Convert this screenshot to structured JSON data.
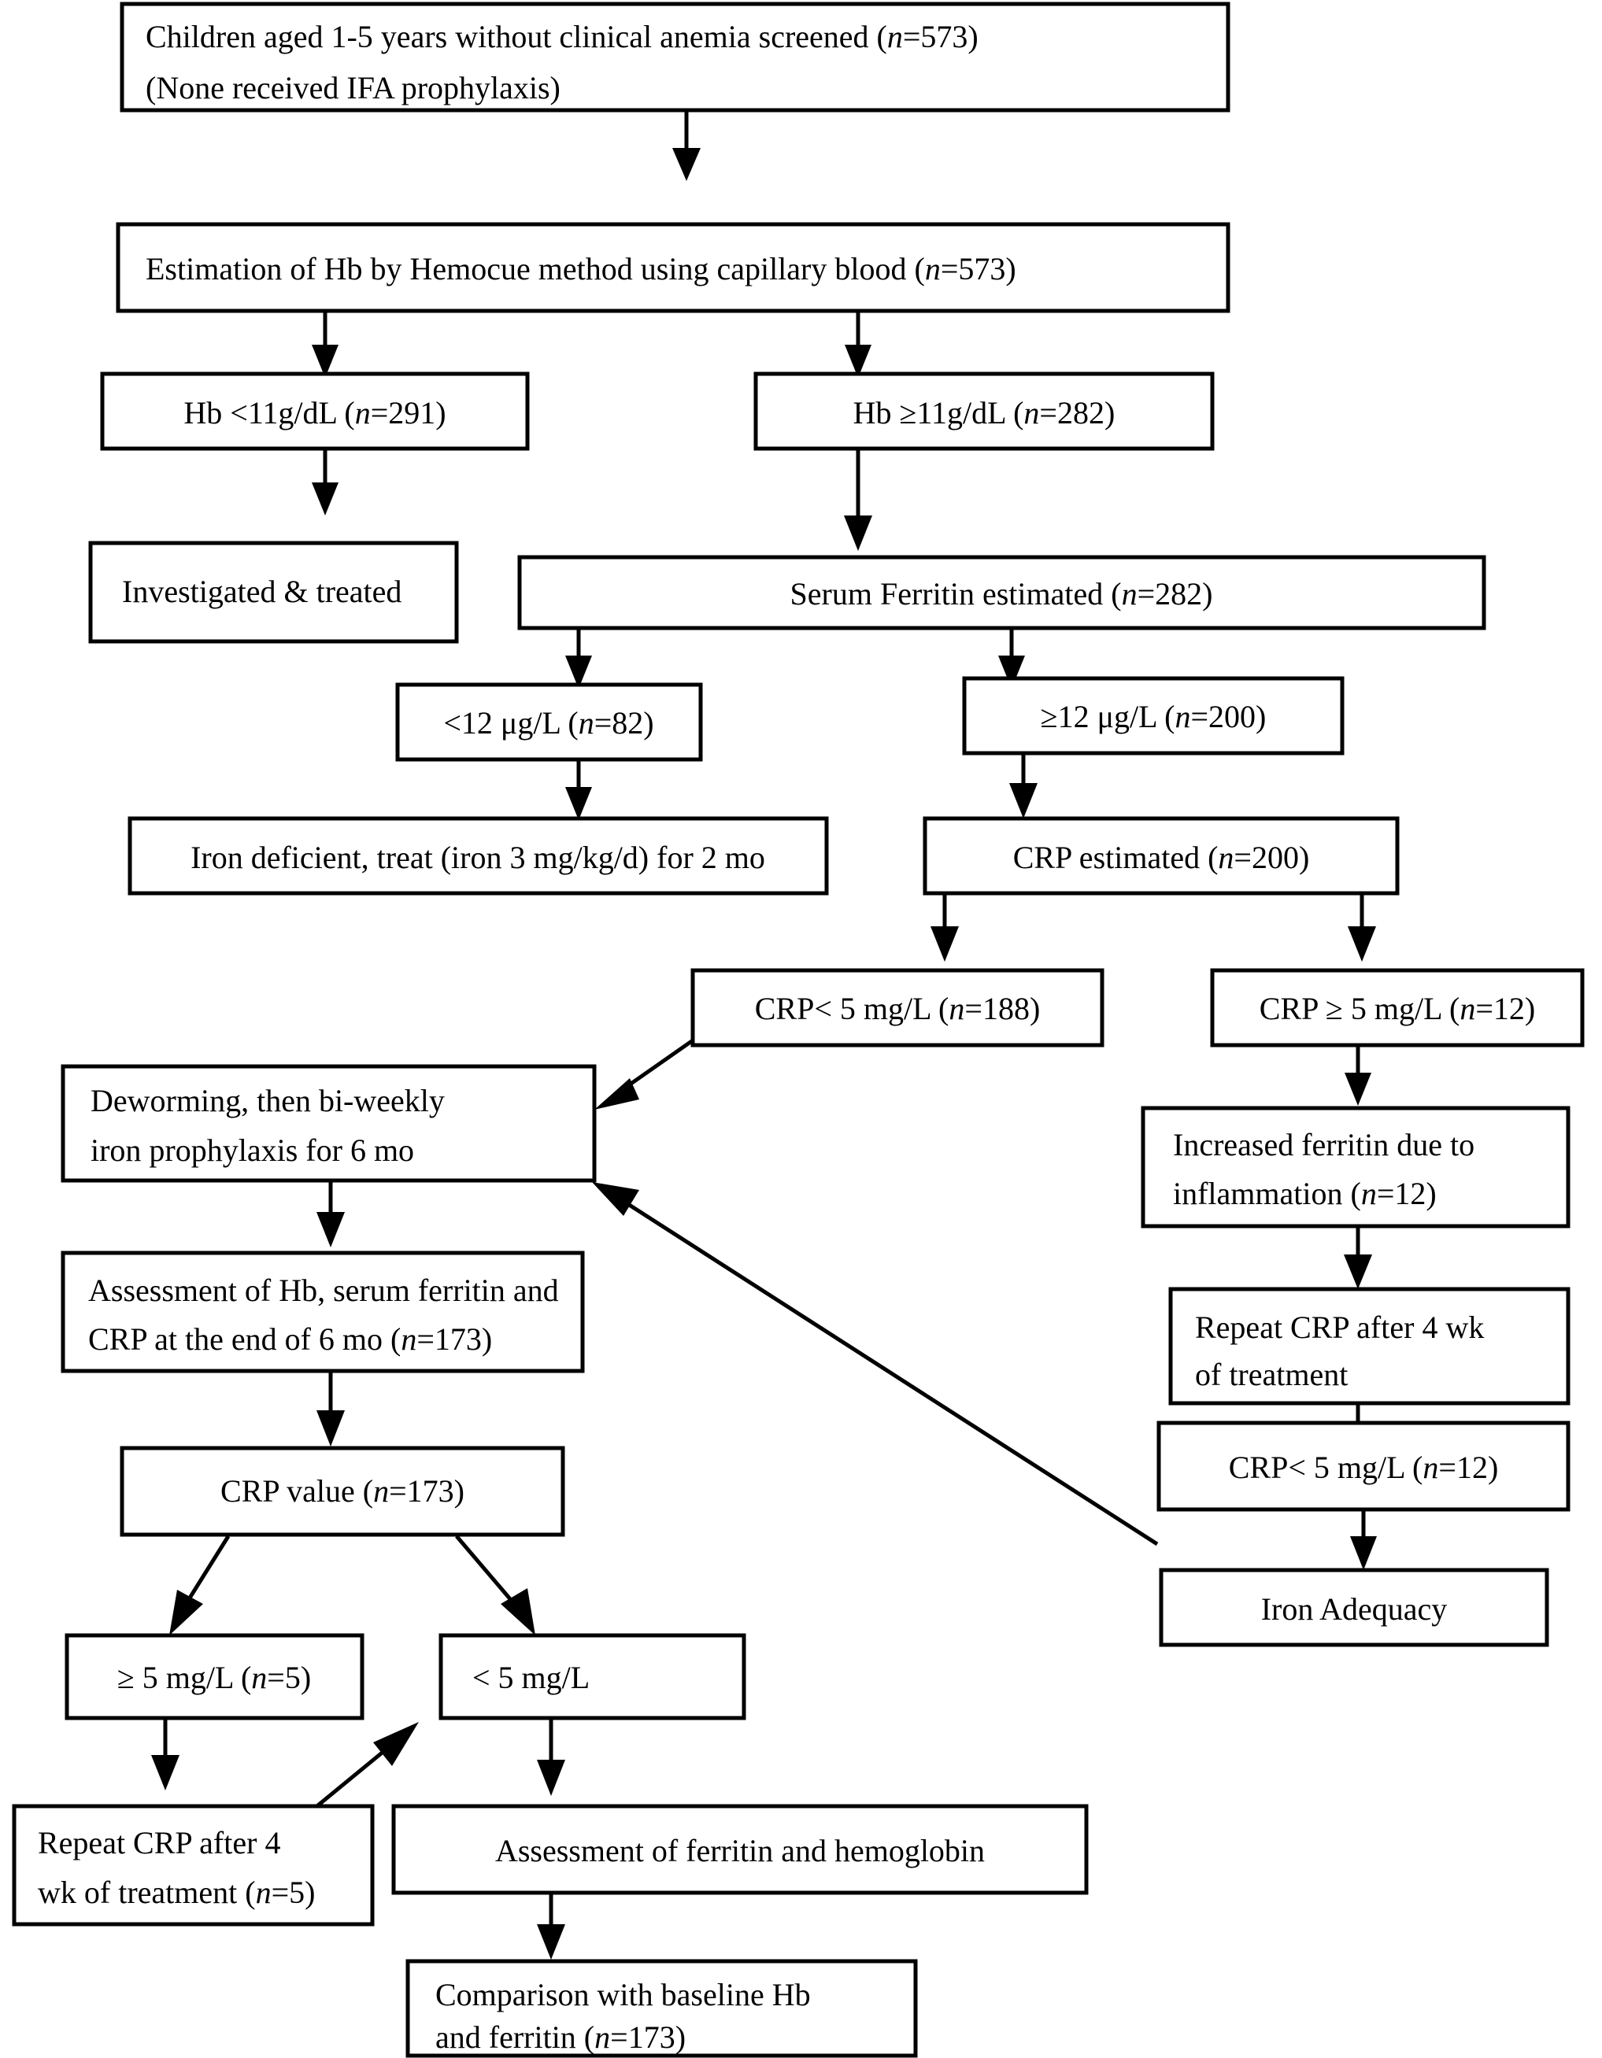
{
  "figure": {
    "type": "flowchart",
    "title": "Study flow of children screened for anemia and iron status",
    "background_color": "#ffffff",
    "line_color": "#000000",
    "box_fill": "#ffffff"
  },
  "nodes": {
    "screened": {
      "id": "screened",
      "lines": [
        "Children aged 1-5 years without clinical anemia screened (n=573)",
        "(None received IFA prophylaxis)"
      ],
      "line1_text": "Children aged 1-5 years without clinical anemia screened (",
      "line1_italic": "n",
      "line1_tail": "=573)",
      "line2_text": "(None received IFA prophylaxis)",
      "n": 573
    },
    "hb_estimation": {
      "id": "hb-estimation",
      "text": "Estimation of Hb by Hemocue method using capillary blood (",
      "italic": "n",
      "tail": "=573)",
      "n": 573
    },
    "hb_low": {
      "id": "hb-low",
      "text": "Hb <11g/dL (",
      "italic": "n",
      "tail": "=291)",
      "n": 291
    },
    "hb_normal": {
      "id": "hb-normal",
      "text": "Hb ≥11g/dL (",
      "italic": "n",
      "tail": "=282)",
      "n": 282
    },
    "investigated": {
      "id": "investigated-treated",
      "text": "Investigated & treated"
    },
    "ferritin": {
      "id": "serum-ferritin",
      "text": "Serum Ferritin estimated (",
      "italic": "n",
      "tail": "=282)",
      "n": 282
    },
    "ferritin_low": {
      "id": "ferritin-low",
      "text": "<12 μg/L (",
      "italic": "n",
      "tail": "=82)",
      "n": 82
    },
    "ferritin_normal": {
      "id": "ferritin-normal",
      "text": "≥12 μg/L (",
      "italic": "n",
      "tail": "=200)",
      "n": 200
    },
    "iron_deficient": {
      "id": "iron-deficient",
      "text": "Iron deficient, treat (iron 3 mg/kg/d) for 2 mo"
    },
    "crp_estimated": {
      "id": "crp-estimated",
      "text": "CRP estimated (",
      "italic": "n",
      "tail": "=200)",
      "n": 200
    },
    "crp_low_188": {
      "id": "crp-low-188",
      "text": "CRP< 5 mg/L (",
      "italic": "n",
      "tail": "=188)",
      "n": 188
    },
    "crp_high_12": {
      "id": "crp-high-12",
      "text": "CRP ≥ 5 mg/L (",
      "italic": "n",
      "tail": "=12)",
      "n": 12
    },
    "deworming": {
      "id": "deworming",
      "line1": "Deworming, then bi-weekly",
      "line2": "iron prophylaxis for 6 mo"
    },
    "increased_ferritin": {
      "id": "increased-ferritin-inflammation",
      "line1": "Increased ferritin due to",
      "line2_text": "inflammation (",
      "line2_italic": "n",
      "line2_tail": "=12)",
      "n": 12
    },
    "assessment_6mo": {
      "id": "assessment-6mo",
      "line1": "Assessment of Hb, serum ferritin and",
      "line2_text": "CRP at the end of 6 mo (",
      "line2_italic": "n",
      "line2_tail": "=173)",
      "n": 173
    },
    "repeat_crp_4wk": {
      "id": "repeat-crp-4wk",
      "line1": "Repeat CRP after 4 wk",
      "line2": "of treatment"
    },
    "crp_value": {
      "id": "crp-value",
      "text": "CRP value (",
      "italic": "n",
      "tail": "=173)",
      "n": 173
    },
    "crp_low_12": {
      "id": "crp-low-12",
      "text": "CRP< 5 mg/L (",
      "italic": "n",
      "tail": "=12)",
      "n": 12
    },
    "iron_adequacy": {
      "id": "iron-adequacy",
      "text": "Iron Adequacy"
    },
    "crp_high_5": {
      "id": "crp-high-5",
      "text": "≥ 5 mg/L (",
      "italic": "n",
      "tail": "=5)",
      "n": 5
    },
    "crp_low_nosize": {
      "id": "crp-low-no-n",
      "text": "< 5 mg/L"
    },
    "repeat_crp_4wk_5": {
      "id": "repeat-crp-4wk-5",
      "line1": "Repeat CRP after 4",
      "line2_text": "wk of treatment (",
      "line2_italic": "n",
      "line2_tail": "=5)",
      "n": 5
    },
    "assessment_ferritin_hb": {
      "id": "assessment-ferritin-hemoglobin",
      "text": "Assessment of ferritin and hemoglobin"
    },
    "comparison": {
      "id": "comparison-baseline",
      "line1": "Comparison with baseline Hb",
      "line2_text": "and ferritin (",
      "line2_italic": "n",
      "line2_tail": "=173)",
      "n": 173
    }
  },
  "edges": [
    {
      "from": "screened",
      "to": "hb_estimation",
      "style": "vertical-arrow"
    },
    {
      "from": "hb_estimation",
      "to": "hb_low",
      "style": "vertical-arrow"
    },
    {
      "from": "hb_estimation",
      "to": "hb_normal",
      "style": "vertical-arrow"
    },
    {
      "from": "hb_low",
      "to": "investigated",
      "style": "vertical-arrow"
    },
    {
      "from": "hb_normal",
      "to": "ferritin",
      "style": "vertical-arrow"
    },
    {
      "from": "ferritin",
      "to": "ferritin_low",
      "style": "vertical-arrow"
    },
    {
      "from": "ferritin",
      "to": "ferritin_normal",
      "style": "vertical-arrow"
    },
    {
      "from": "ferritin_low",
      "to": "iron_deficient",
      "style": "vertical-arrow"
    },
    {
      "from": "ferritin_normal",
      "to": "crp_estimated",
      "style": "vertical-arrow"
    },
    {
      "from": "crp_estimated",
      "to": "crp_low_188",
      "style": "vertical-arrow"
    },
    {
      "from": "crp_estimated",
      "to": "crp_high_12",
      "style": "vertical-arrow"
    },
    {
      "from": "crp_low_188",
      "to": "deworming",
      "style": "diagonal-arrow"
    },
    {
      "from": "crp_high_12",
      "to": "increased_ferritin",
      "style": "vertical-arrow"
    },
    {
      "from": "deworming",
      "to": "assessment_6mo",
      "style": "vertical-arrow"
    },
    {
      "from": "increased_ferritin",
      "to": "repeat_crp_4wk",
      "style": "vertical-arrow"
    },
    {
      "from": "assessment_6mo",
      "to": "crp_value",
      "style": "vertical-arrow"
    },
    {
      "from": "repeat_crp_4wk",
      "to": "crp_low_12",
      "style": "vertical-arrow"
    },
    {
      "from": "crp_low_12",
      "to": "iron_adequacy",
      "style": "vertical-arrow"
    },
    {
      "from": "iron_adequacy",
      "to": "deworming",
      "style": "long-diagonal-arrow"
    },
    {
      "from": "crp_value",
      "to": "crp_high_5",
      "style": "diagonal-arrow"
    },
    {
      "from": "crp_value",
      "to": "crp_low_nosize",
      "style": "diagonal-arrow"
    },
    {
      "from": "crp_high_5",
      "to": "repeat_crp_4wk_5",
      "style": "vertical-arrow"
    },
    {
      "from": "repeat_crp_4wk_5",
      "to": "crp_low_nosize",
      "style": "diagonal-arrow"
    },
    {
      "from": "crp_low_nosize",
      "to": "assessment_ferritin_hb",
      "style": "vertical-arrow"
    },
    {
      "from": "assessment_ferritin_hb",
      "to": "comparison",
      "style": "vertical-arrow"
    }
  ]
}
